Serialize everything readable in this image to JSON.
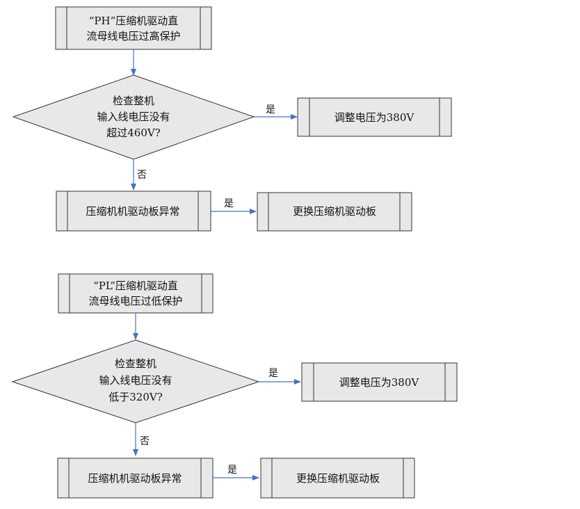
{
  "flow_1": {
    "title_lines": [
      "“PH”压缩机驱动直",
      "流母线电压过高保护"
    ],
    "decision_lines": [
      "检查整机",
      "输入线电压没有",
      "超过460V?"
    ],
    "yes_label": "是",
    "yes_action": "调整电压为380V",
    "no_label": "否",
    "fault": "压缩机机驱动板异常",
    "fault_yes_label": "是",
    "fault_action": "更换压缩机驱动板"
  },
  "flow_2": {
    "title_lines": [
      "“PL”压缩机驱动直",
      "流母线电压过低保护"
    ],
    "decision_lines": [
      "检查整机",
      "输入线电压没有",
      "低于320V?"
    ],
    "yes_label": "是",
    "yes_action": "调整电压为380V",
    "no_label": "否",
    "fault": "压缩机机驱动板异常",
    "fault_yes_label": "是",
    "fault_action": "更换压缩机驱动板"
  },
  "colors": {
    "box_fill": "#e8e8e8",
    "box_stroke": "#333333",
    "arrow": "#4472c4"
  }
}
